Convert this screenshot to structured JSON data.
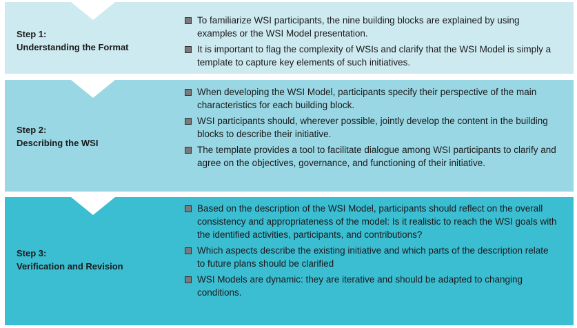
{
  "steps": [
    {
      "number": "Step 1:",
      "title": "Understanding the Format",
      "bullets": [
        "To familiarize WSI participants, the nine building blocks are explained by using examples or the WSI Model presentation.",
        " It is important to flag the complexity of WSIs and clarify that the WSI Model is simply a template to capture key elements of such initiatives."
      ]
    },
    {
      "number": "Step 2:",
      "title": "Describing the WSI",
      "bullets": [
        "When developing the WSI Model, participants specify their perspective of the main characteristics for each building block.",
        "WSI participants should, wherever possible, jointly develop the content in the building blocks to describe their initiative.",
        "The template provides a tool to facilitate dialogue among WSI participants to clarify and agree on the objectives, governance, and functioning of their initiative."
      ]
    },
    {
      "number": "Step 3:",
      "title": "Verification and Revision",
      "bullets": [
        "Based on the description of the WSI Model, participants should reflect on the overall consistency and appropriateness of the model: Is it realistic to reach the WSI goals with the identified activities, participants, and contributions?",
        "Which aspects describe the existing initiative and which parts of the description relate to future plans should be clarified",
        "WSI Models are dynamic: they are iterative and should be adapted to changing conditions."
      ]
    }
  ],
  "colors": {
    "step1_bg": "#cdeaf1",
    "step2_bg": "#99d7e4",
    "step3_bg": "#3bbdd2"
  },
  "icons": {
    "bullet": "square-bullet-icon"
  }
}
